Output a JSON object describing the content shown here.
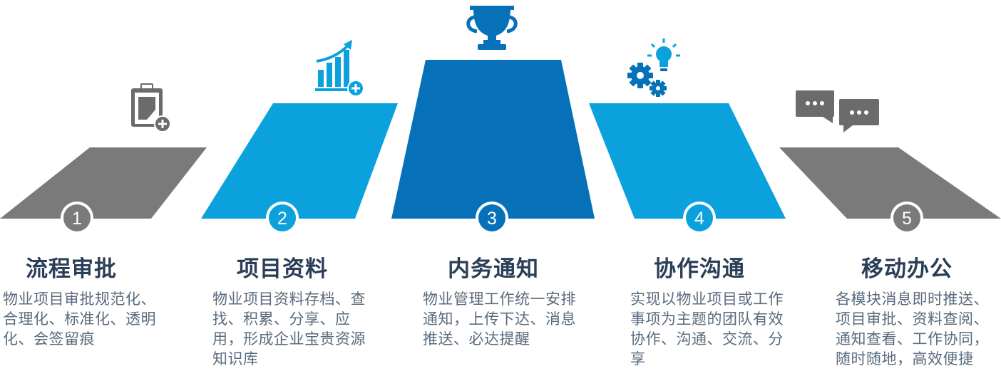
{
  "colors": {
    "gray": "#7a7a7a",
    "light_blue": "#0aa1dc",
    "dark_blue": "#0671b8",
    "title": "#2a3e57",
    "desc": "#5a6b7d"
  },
  "items": [
    {
      "number": "1",
      "title": "流程审批",
      "desc": "物业项目审批规范化、合理化、标准化、透明化、会签留痕",
      "icon": "clipboard-add-icon",
      "color": "#7a7a7a"
    },
    {
      "number": "2",
      "title": "项目资料",
      "desc": "物业项目资料存档、查找、积累、分享、应用，形成企业宝贵资源知识库",
      "icon": "growth-chart-add-icon",
      "color": "#0aa1dc"
    },
    {
      "number": "3",
      "title": "内务通知",
      "desc": "物业管理工作统一安排通知，上传下达、消息推送、必达提醒",
      "icon": "trophy-icon",
      "color": "#0671b8"
    },
    {
      "number": "4",
      "title": "协作沟通",
      "desc": "实现以物业项目或工作事项为主题的团队有效协作、沟通、交流、分享",
      "icon": "gears-lightbulb-icon",
      "color": "#0aa1dc"
    },
    {
      "number": "5",
      "title": "移动办公",
      "desc": "各模块消息即时推送、项目审批、资料查阅、通知查看、工作协同，随时随地，高效便捷",
      "icon": "chat-bubbles-icon",
      "color": "#7a7a7a"
    }
  ]
}
